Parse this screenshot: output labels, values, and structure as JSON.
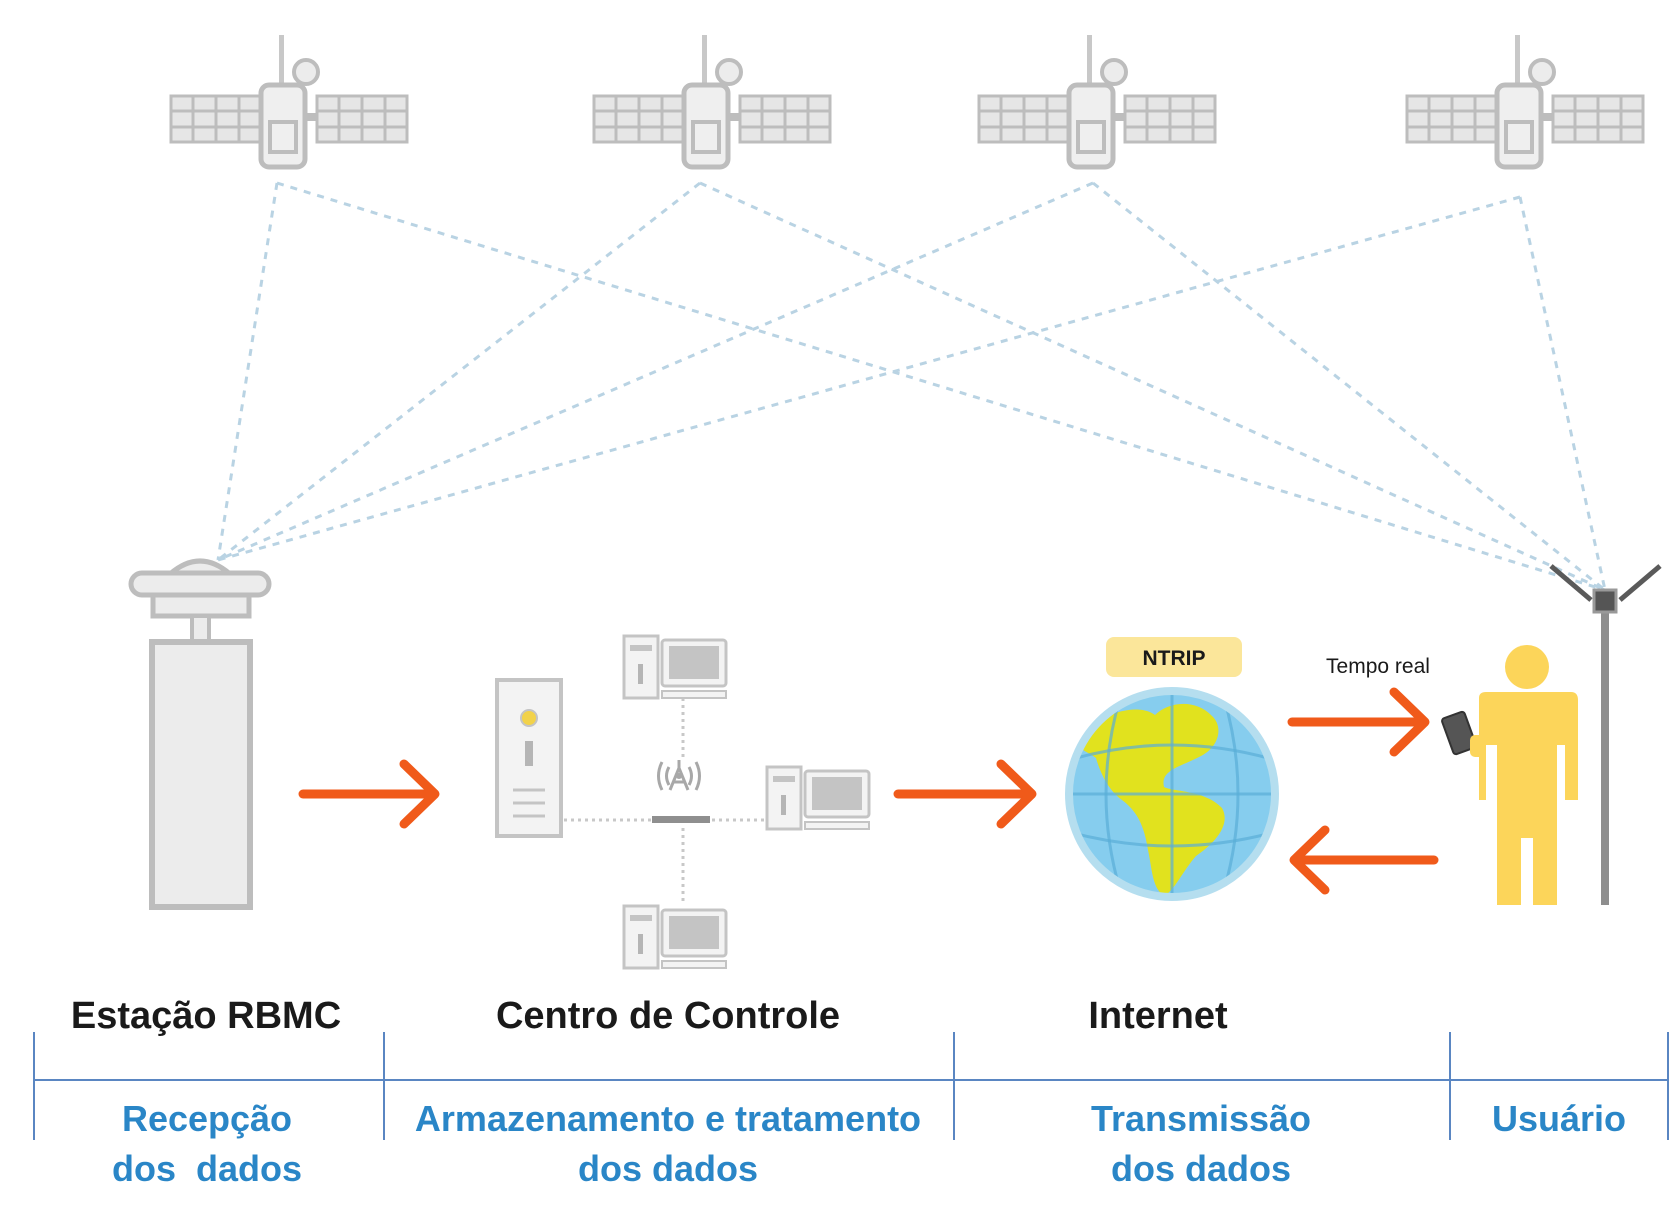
{
  "nodes": {
    "rbmc_station": "Estação RBMC",
    "control_center": "Centro de Controle",
    "internet": "Internet"
  },
  "badges": {
    "ntrip": "NTRIP",
    "realtime": "Tempo real"
  },
  "stages": {
    "reception": [
      "Recepção",
      "dos  dados"
    ],
    "storage": [
      "Armazenamento e tratamento",
      "dos dados"
    ],
    "transmission": [
      "Transmissão",
      "dos dados"
    ],
    "user": [
      "Usuário"
    ]
  },
  "colors": {
    "signal_lines": "#b9d3e3",
    "arrows": "#f05a1a",
    "stage_text": "#2a86c7",
    "user_figure": "#fcd55a",
    "ocean": "#86cdee",
    "land": "#e1e21e",
    "badge": "#fbe69a",
    "equipment": "#bfbfbf"
  },
  "icons": [
    "satellite-icon",
    "gnss-antenna-icon",
    "server-icon",
    "computer-icon",
    "radio-tower-icon",
    "globe-icon",
    "person-icon",
    "handheld-device-icon",
    "user-antenna-icon",
    "arrow-icon"
  ]
}
